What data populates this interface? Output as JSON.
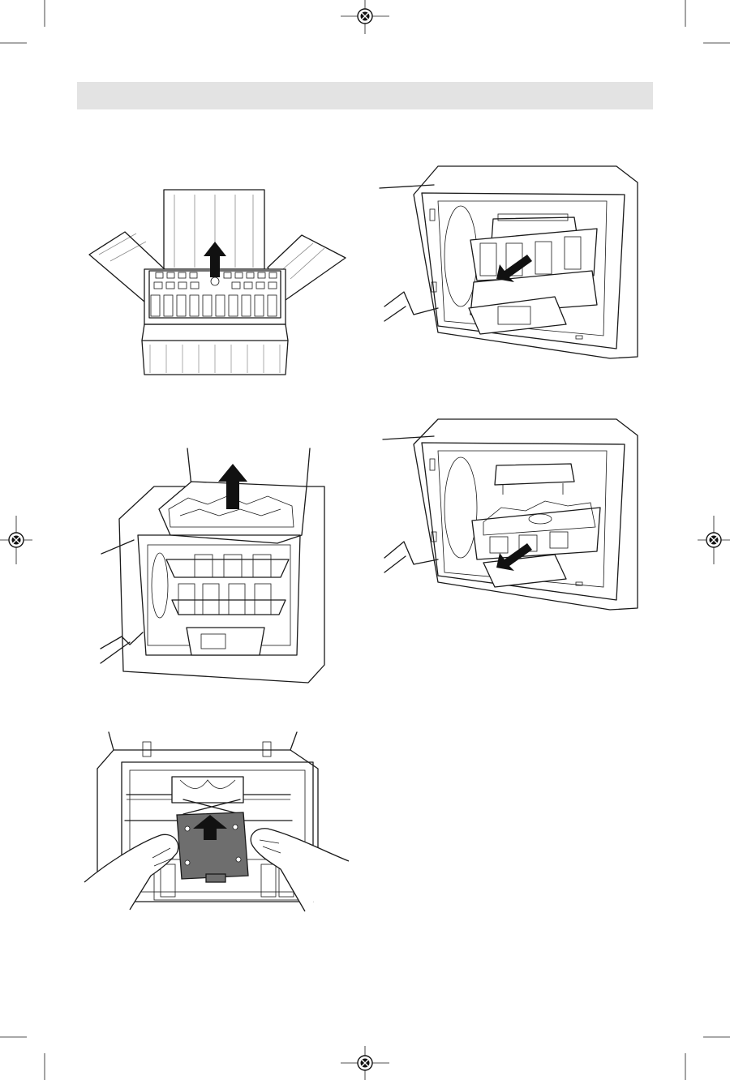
{
  "page": {
    "header_band_color": "#e3e3e3",
    "line_color": "#1a1a1a",
    "arrow_color": "#111111",
    "build_plate_color": "#6e6e6e"
  },
  "figures": [
    {
      "id": "fig1",
      "icon": "box-open-lift-tray-illustration"
    },
    {
      "id": "fig2",
      "icon": "printer-remove-lower-tray-illustration"
    },
    {
      "id": "fig3",
      "icon": "printer-lift-top-insert-illustration"
    },
    {
      "id": "fig4",
      "icon": "printer-remove-bottom-tray-illustration"
    },
    {
      "id": "fig5",
      "icon": "remove-build-plate-illustration"
    }
  ],
  "crop_marks": [
    "registration-mark-top",
    "registration-mark-left",
    "registration-mark-right",
    "registration-mark-bottom"
  ]
}
